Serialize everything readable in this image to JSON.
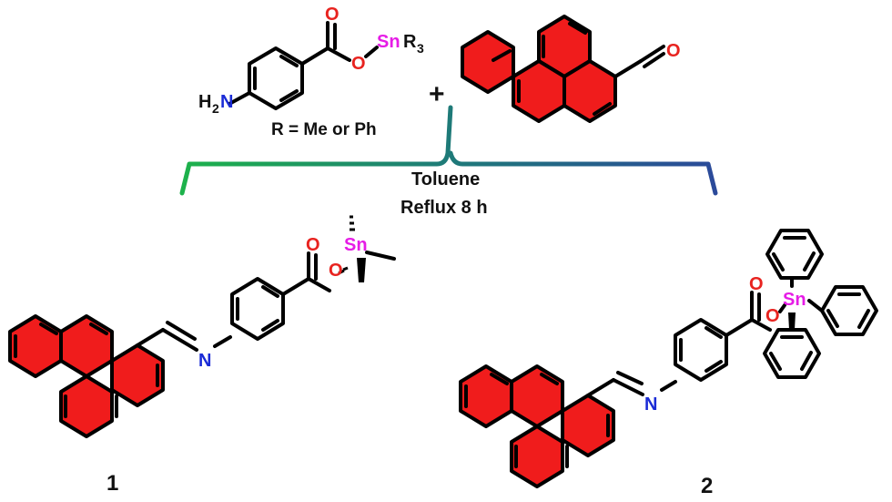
{
  "reactant_ester": {
    "carbonyl_o": "O",
    "ester_o": "O",
    "tin_group": "Sn",
    "r_group": "R",
    "r_subscript": "3",
    "amine": "N",
    "amine_h": "H",
    "amine_sub": "2",
    "r_definition": "R = Me or Ph"
  },
  "plus_sign": "+",
  "aldehyde": {
    "carbonyl_o": "O"
  },
  "conditions": {
    "solvent": "Toluene",
    "heating": "Reflux 8 h"
  },
  "product_1": {
    "label": "1",
    "imine_n": "N",
    "carbonyl_o": "O",
    "ester_o": "O",
    "tin": "Sn"
  },
  "product_2": {
    "label": "2",
    "imine_n": "N",
    "carbonyl_o": "O",
    "ester_o": "O",
    "tin": "Sn"
  },
  "colors": {
    "pyrene_fill": "#f01c1c",
    "nitrogen": "#1a2bd6",
    "oxygen": "#e8231f",
    "tin": "#e61ce6",
    "bracket_start": "#1db24b",
    "bracket_end": "#2b4a9a"
  }
}
